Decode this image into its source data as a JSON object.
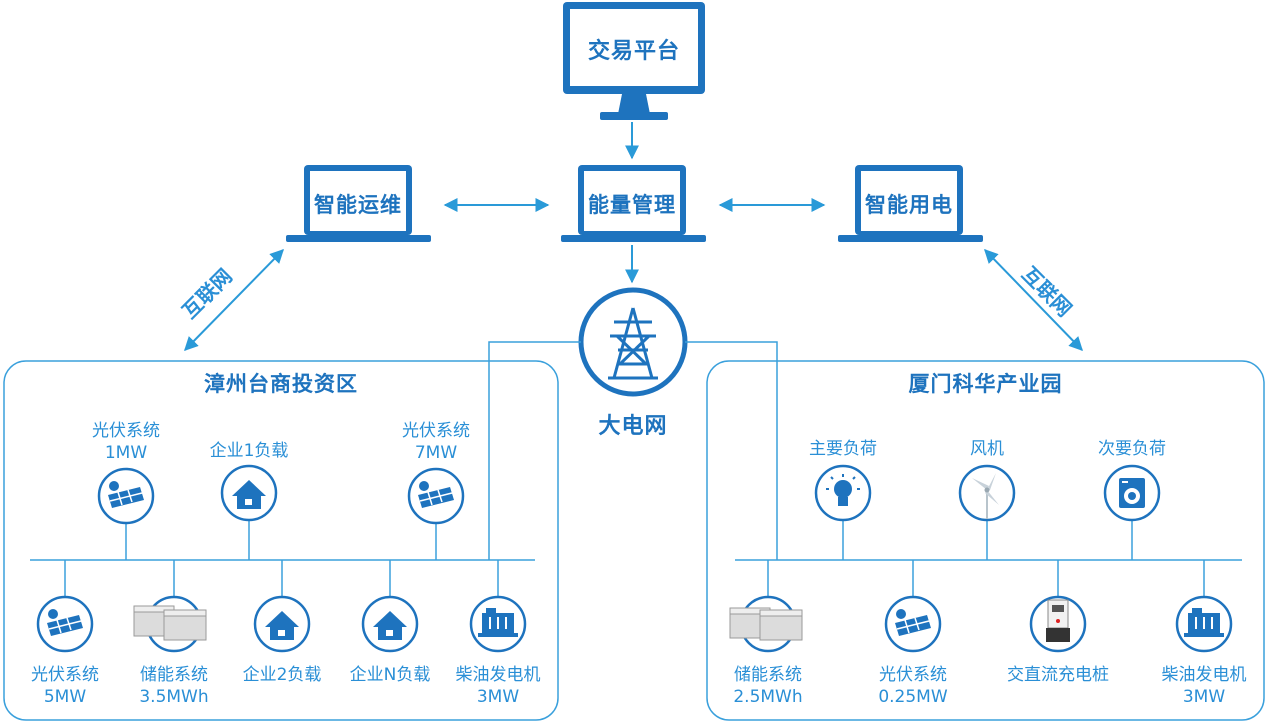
{
  "center": {
    "trading_platform": "交易平台",
    "energy_management": "能量管理",
    "smart_ops": "智能运维",
    "smart_power": "智能用电",
    "grid": "大电网",
    "internet_left": "互联网",
    "internet_right": "互联网"
  },
  "left_region": {
    "title": "漳州台商投资区",
    "top_nodes": [
      {
        "name": "光伏系统",
        "value": "1MW",
        "icon": "solar-panel-icon"
      },
      {
        "name": "企业1负载",
        "value": "",
        "icon": "house-icon"
      },
      {
        "name": "光伏系统",
        "value": "7MW",
        "icon": "solar-panel-icon"
      }
    ],
    "bottom_nodes": [
      {
        "name": "光伏系统",
        "value": "5MW",
        "icon": "solar-panel-icon"
      },
      {
        "name": "储能系统",
        "value": "3.5MWh",
        "icon": "battery-storage-icon"
      },
      {
        "name": "企业2负载",
        "value": "",
        "icon": "house-icon"
      },
      {
        "name": "企业N负载",
        "value": "",
        "icon": "house-icon"
      },
      {
        "name": "柴油发电机",
        "value": "3MW",
        "icon": "diesel-generator-icon"
      }
    ]
  },
  "right_region": {
    "title": "厦门科华产业园",
    "top_nodes": [
      {
        "name": "主要负荷",
        "value": "",
        "icon": "lightbulb-icon"
      },
      {
        "name": "风机",
        "value": "",
        "icon": "wind-turbine-icon"
      },
      {
        "name": "次要负荷",
        "value": "",
        "icon": "washing-machine-icon"
      }
    ],
    "bottom_nodes": [
      {
        "name": "储能系统",
        "value": "2.5MWh",
        "icon": "battery-storage-icon"
      },
      {
        "name": "光伏系统",
        "value": "0.25MW",
        "icon": "solar-panel-icon"
      },
      {
        "name": "交直流充电桩",
        "value": "",
        "icon": "charging-pile-icon"
      },
      {
        "name": "柴油发电机",
        "value": "3MW",
        "icon": "diesel-generator-icon"
      }
    ]
  },
  "colors": {
    "primary": "#1e73be",
    "light": "#2a9ad8",
    "line": "#3aa0dc"
  }
}
